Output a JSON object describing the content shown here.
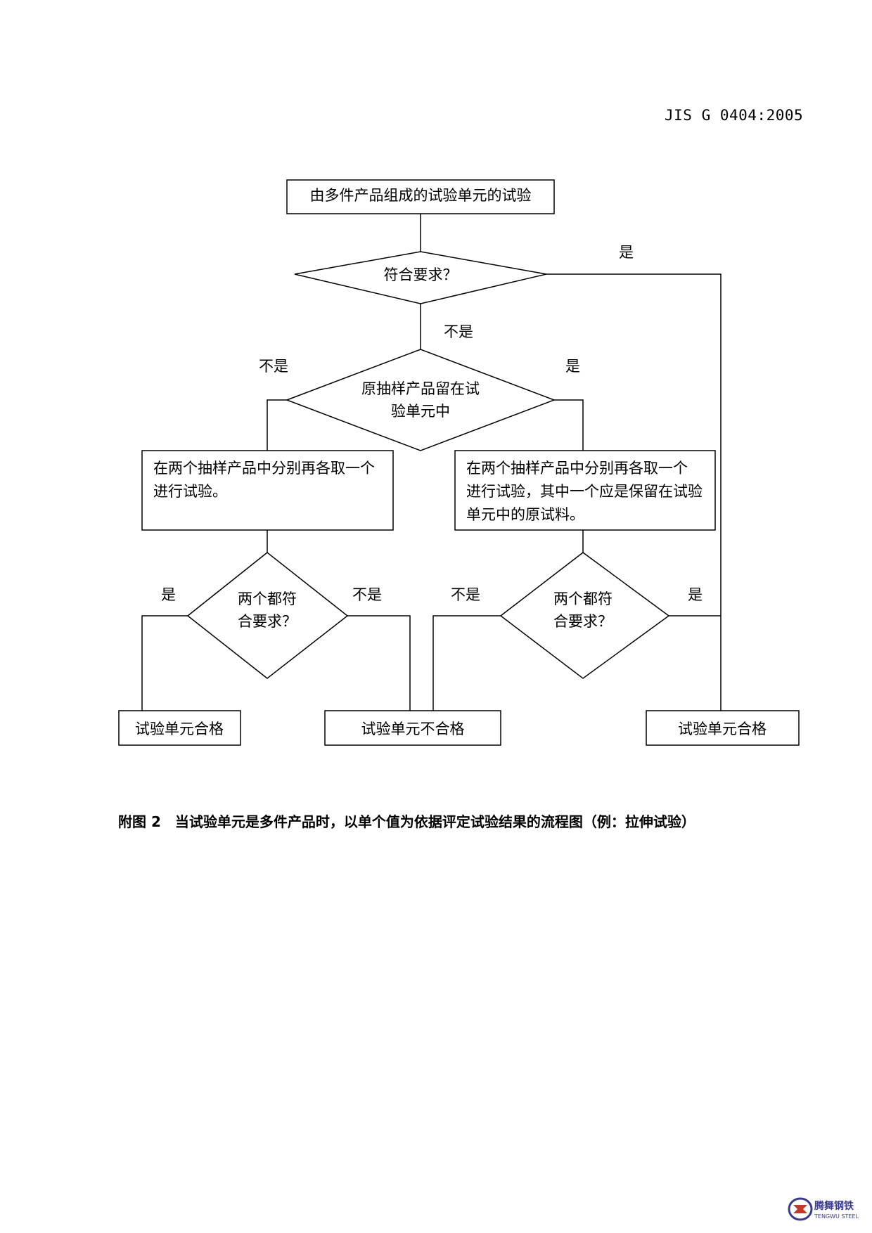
{
  "header": {
    "standard_number": "JIS G 0404:2005"
  },
  "flowchart": {
    "start_box": "由多件产品组成的试验单元的试验",
    "decision_meets": "符合要求？",
    "decision_retained": [
      "原抽样产品留在试",
      "验单元中"
    ],
    "box_left": [
      "在两个抽样产品中分别再各取一个",
      "进行试验。"
    ],
    "box_right": [
      "在两个抽样产品中分别再各取一个",
      "进行试验，其中一个应是保留在试验",
      "单元中的原试料。"
    ],
    "decision_both_left": [
      "两个都符",
      "合要求？"
    ],
    "decision_both_right": [
      "两个都符",
      "合要求？"
    ],
    "result_pass_left": "试验单元合格",
    "result_fail": "试验单元不合格",
    "result_pass_right": "试验单元合格",
    "labels": {
      "yes": "是",
      "no": "不是"
    }
  },
  "caption": "附图 2　当试验单元是多件产品时，以单个值为依据评定试验结果的流程图（例：拉伸试验）",
  "logo": {
    "text_cn": "腾舞钢铁",
    "text_en": "TENGWU STEEL",
    "color": "#3a3a8c"
  }
}
